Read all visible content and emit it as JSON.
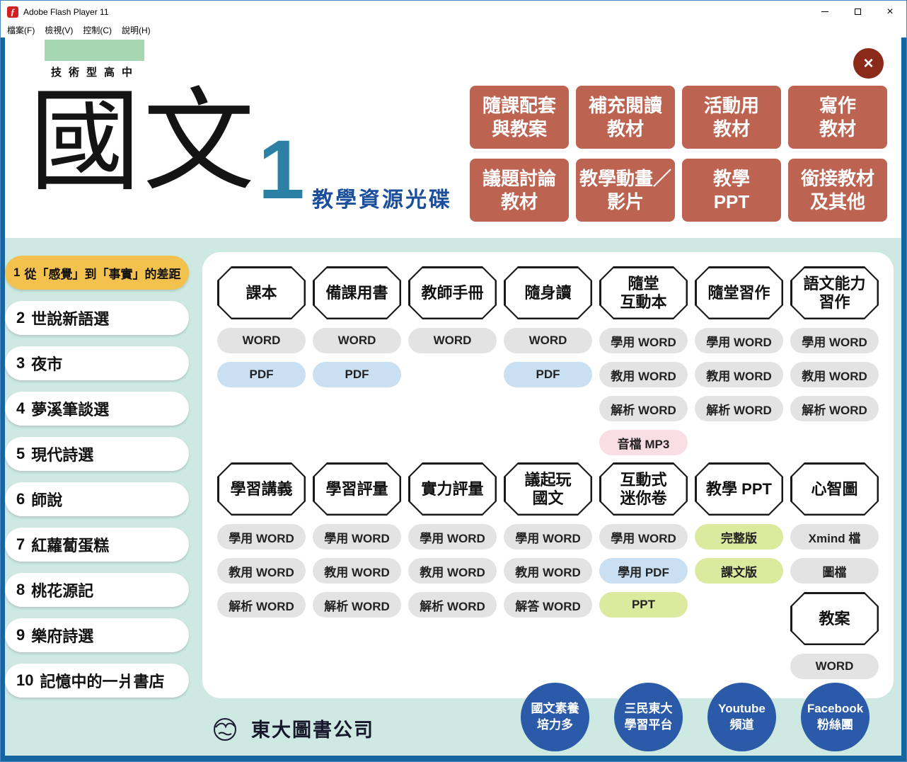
{
  "window": {
    "title": "Adobe Flash Player 11",
    "menu": [
      "檔案(F)",
      "檢視(V)",
      "控制(C)",
      "說明(H)"
    ],
    "controls": {
      "close": "×"
    }
  },
  "icons": {
    "flash": "ƒ"
  },
  "header": {
    "school_band": "技術型高中",
    "title": "國文",
    "volume": "1",
    "subtitle": "教學資源光碟",
    "close": "×"
  },
  "category_buttons": [
    "隨課配套\n與教案",
    "補充閱讀\n教材",
    "活動用\n教材",
    "寫作\n教材",
    "議題討論\n教材",
    "教學動畫／\n影片",
    "教學\nPPT",
    "銜接教材\n及其他"
  ],
  "lessons": [
    {
      "num": "1",
      "title": "從「感覺」到「事實」的差距",
      "active": true
    },
    {
      "num": "2",
      "title": "世說新語選",
      "active": false
    },
    {
      "num": "3",
      "title": "夜市",
      "active": false
    },
    {
      "num": "4",
      "title": "夢溪筆談選",
      "active": false
    },
    {
      "num": "5",
      "title": "現代詩選",
      "active": false
    },
    {
      "num": "6",
      "title": "師說",
      "active": false
    },
    {
      "num": "7",
      "title": "紅蘿蔔蛋糕",
      "active": false
    },
    {
      "num": "8",
      "title": "桃花源記",
      "active": false
    },
    {
      "num": "9",
      "title": "樂府詩選",
      "active": false
    },
    {
      "num": "10",
      "title": "記憶中的一爿書店",
      "active": false
    }
  ],
  "resource_groups": [
    {
      "columns": [
        {
          "items": [
            {
              "type": "octagon",
              "label": "課本"
            },
            {
              "type": "chip",
              "label": "WORD",
              "color": "gray"
            },
            {
              "type": "chip",
              "label": "PDF",
              "color": "blue"
            }
          ]
        },
        {
          "items": [
            {
              "type": "octagon",
              "label": "備課用書"
            },
            {
              "type": "chip",
              "label": "WORD",
              "color": "gray"
            },
            {
              "type": "chip",
              "label": "PDF",
              "color": "blue"
            }
          ]
        },
        {
          "items": [
            {
              "type": "octagon",
              "label": "教師手冊"
            },
            {
              "type": "chip",
              "label": "WORD",
              "color": "gray"
            }
          ]
        },
        {
          "items": [
            {
              "type": "octagon",
              "label": "隨身讀"
            },
            {
              "type": "chip",
              "label": "WORD",
              "color": "gray"
            },
            {
              "type": "chip",
              "label": "PDF",
              "color": "blue"
            }
          ]
        },
        {
          "items": [
            {
              "type": "octagon",
              "label": "隨堂\n互動本"
            },
            {
              "type": "chip",
              "label": "學用 WORD",
              "color": "gray"
            },
            {
              "type": "chip",
              "label": "教用 WORD",
              "color": "gray"
            },
            {
              "type": "chip",
              "label": "解析 WORD",
              "color": "gray"
            },
            {
              "type": "chip",
              "label": "音檔 MP3",
              "color": "pink"
            }
          ]
        },
        {
          "items": [
            {
              "type": "octagon",
              "label": "隨堂習作"
            },
            {
              "type": "chip",
              "label": "學用 WORD",
              "color": "gray"
            },
            {
              "type": "chip",
              "label": "教用 WORD",
              "color": "gray"
            },
            {
              "type": "chip",
              "label": "解析 WORD",
              "color": "gray"
            }
          ]
        },
        {
          "items": [
            {
              "type": "octagon",
              "label": "語文能力\n習作"
            },
            {
              "type": "chip",
              "label": "學用 WORD",
              "color": "gray"
            },
            {
              "type": "chip",
              "label": "教用 WORD",
              "color": "gray"
            },
            {
              "type": "chip",
              "label": "解析 WORD",
              "color": "gray"
            }
          ]
        }
      ]
    },
    {
      "columns": [
        {
          "items": [
            {
              "type": "octagon",
              "label": "學習講義"
            },
            {
              "type": "chip",
              "label": "學用 WORD",
              "color": "gray"
            },
            {
              "type": "chip",
              "label": "教用 WORD",
              "color": "gray"
            },
            {
              "type": "chip",
              "label": "解析 WORD",
              "color": "gray"
            }
          ]
        },
        {
          "items": [
            {
              "type": "octagon",
              "label": "學習評量"
            },
            {
              "type": "chip",
              "label": "學用 WORD",
              "color": "gray"
            },
            {
              "type": "chip",
              "label": "教用 WORD",
              "color": "gray"
            },
            {
              "type": "chip",
              "label": "解析 WORD",
              "color": "gray"
            }
          ]
        },
        {
          "items": [
            {
              "type": "octagon",
              "label": "實力評量"
            },
            {
              "type": "chip",
              "label": "學用 WORD",
              "color": "gray"
            },
            {
              "type": "chip",
              "label": "教用 WORD",
              "color": "gray"
            },
            {
              "type": "chip",
              "label": "解析 WORD",
              "color": "gray"
            }
          ]
        },
        {
          "items": [
            {
              "type": "octagon",
              "label": "議起玩\n國文"
            },
            {
              "type": "chip",
              "label": "學用 WORD",
              "color": "gray"
            },
            {
              "type": "chip",
              "label": "教用 WORD",
              "color": "gray"
            },
            {
              "type": "chip",
              "label": "解答 WORD",
              "color": "gray"
            }
          ]
        },
        {
          "items": [
            {
              "type": "octagon",
              "label": "互動式\n迷你卷"
            },
            {
              "type": "chip",
              "label": "學用 WORD",
              "color": "gray"
            },
            {
              "type": "chip",
              "label": "學用 PDF",
              "color": "blue"
            },
            {
              "type": "chip",
              "label": "PPT",
              "color": "green"
            }
          ]
        },
        {
          "items": [
            {
              "type": "octagon",
              "label": "教學 PPT"
            },
            {
              "type": "chip",
              "label": "完整版",
              "color": "green"
            },
            {
              "type": "chip",
              "label": "課文版",
              "color": "green"
            }
          ]
        },
        {
          "items": [
            {
              "type": "octagon",
              "label": "心智圖"
            },
            {
              "type": "chip",
              "label": "Xmind 檔",
              "color": "gray"
            },
            {
              "type": "chip",
              "label": "圖檔",
              "color": "gray"
            },
            {
              "type": "octagon",
              "label": "教案"
            },
            {
              "type": "chip",
              "label": "WORD",
              "color": "gray"
            }
          ]
        }
      ]
    }
  ],
  "footer": {
    "publisher": "東大圖書公司",
    "links": [
      "國文素養\n培力多",
      "三民東大\n學習平台",
      "Youtube\n頻道",
      "Facebook\n粉絲團"
    ]
  },
  "colors": {
    "category_button": "#bd6352",
    "highlight_yellow": "#f2c14e",
    "teal_background": "#cde9e1",
    "frame_blue": "#1565a3",
    "link_circle_blue": "#2b5ba8",
    "chip_gray": "#e3e3e3",
    "chip_blue": "#c9dff2",
    "chip_pink": "#f9dee6",
    "chip_green": "#dcea9f",
    "subtitle_blue": "#1b4f9c",
    "volume_teal": "#2c80a6",
    "close_red": "#8c2a1a",
    "brand_green": "#a6d7b2"
  }
}
